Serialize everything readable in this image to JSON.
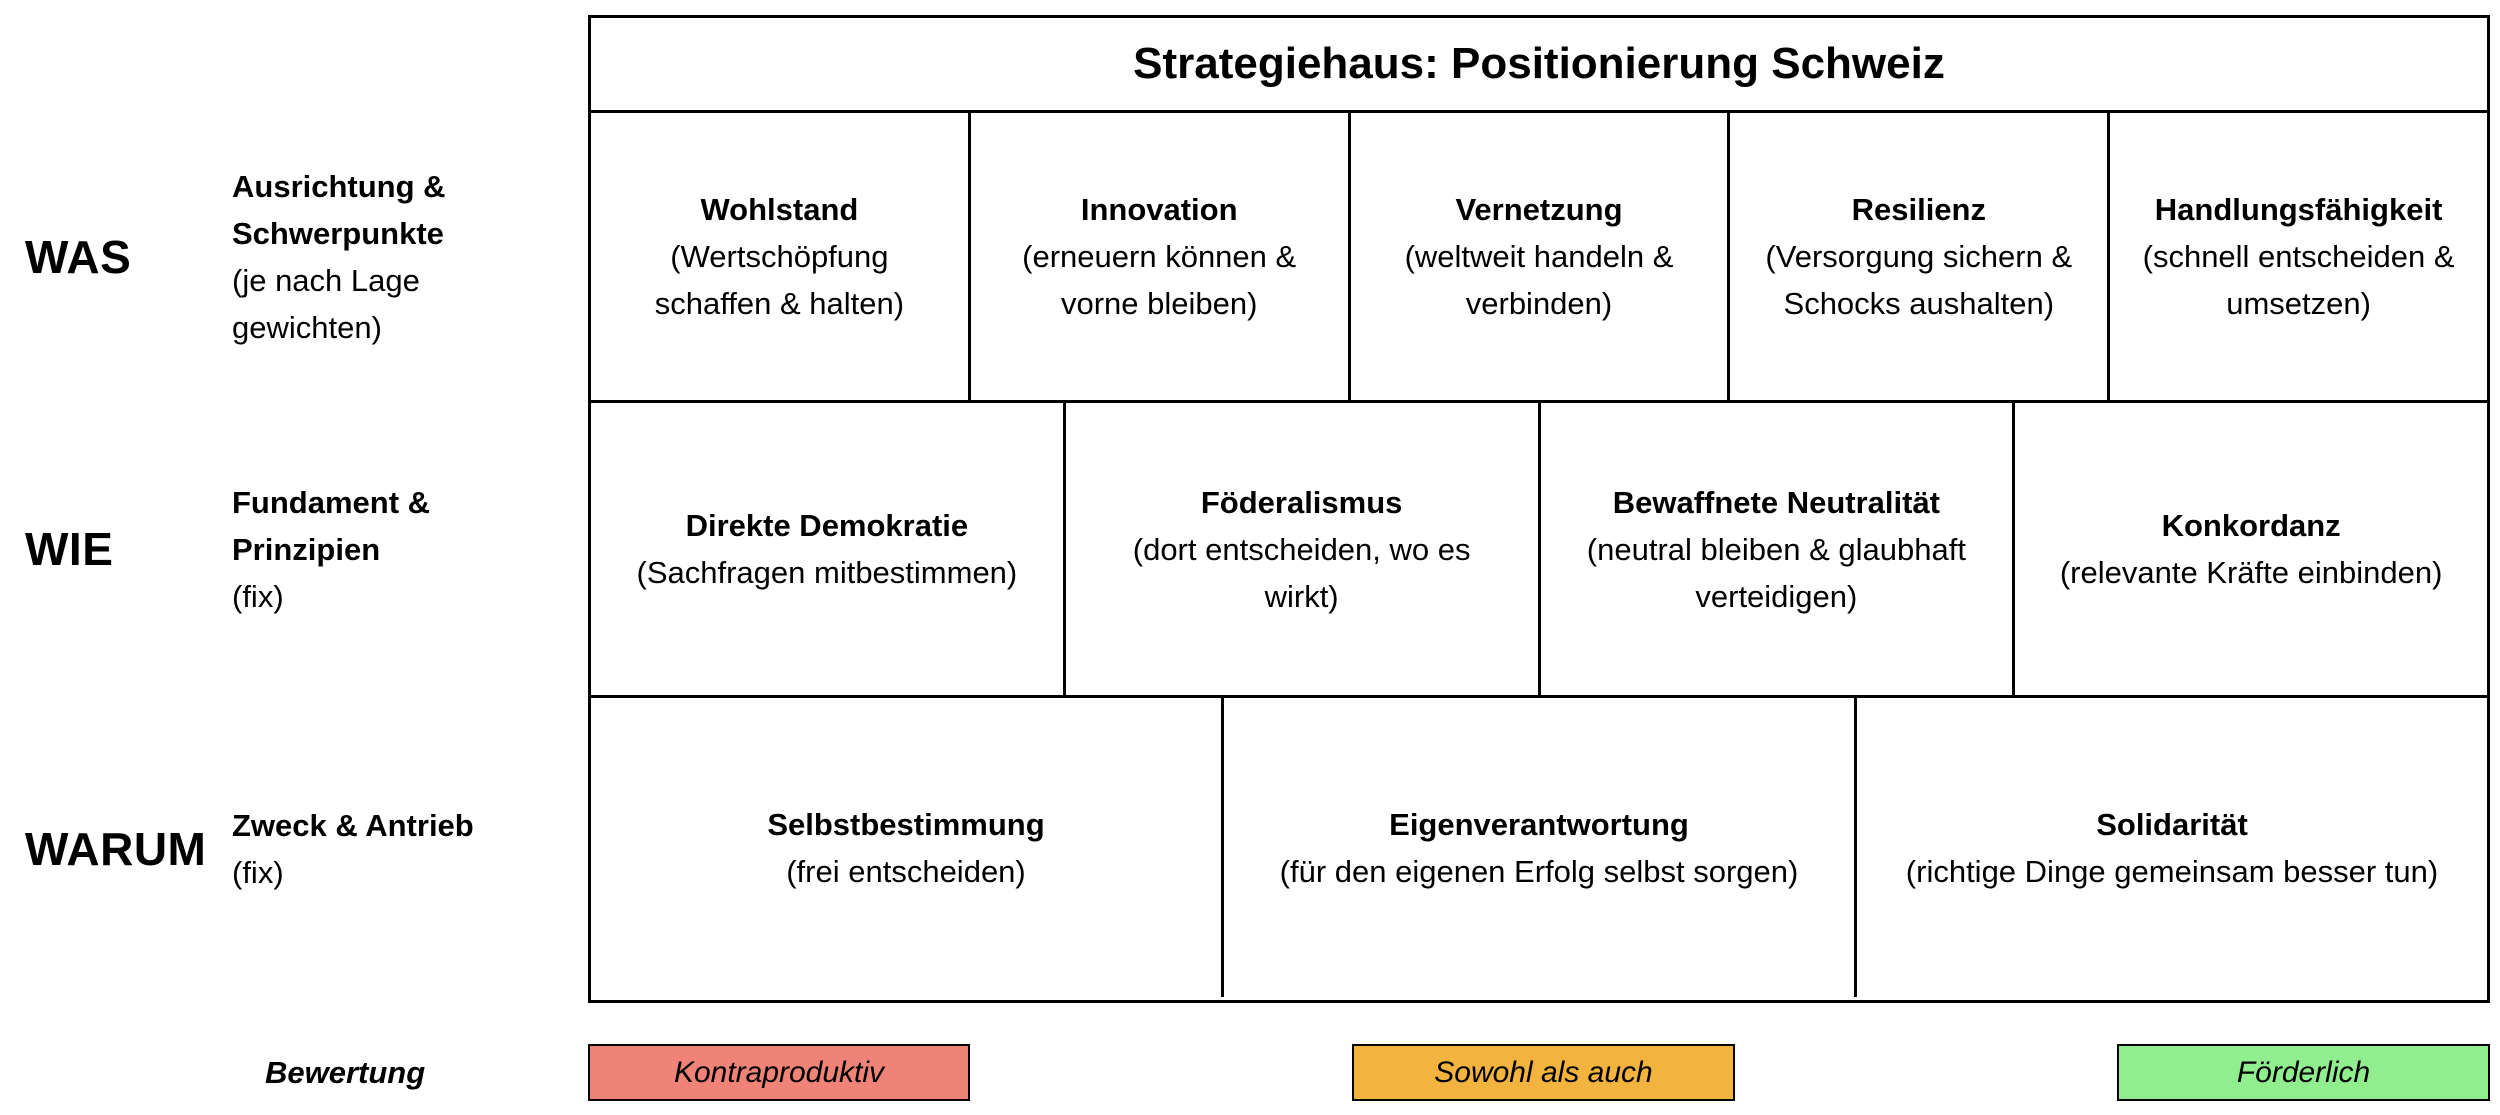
{
  "title": "Strategiehaus: Positionierung Schweiz",
  "rows": {
    "was": {
      "label": "WAS",
      "category": "Ausrichtung &\nSchwerpunkte",
      "category_note": "(je nach Lage\ngewichten)",
      "cells": [
        {
          "title": "Wohlstand",
          "subtitle": "(Wertschöpfung\nschaffen & halten)"
        },
        {
          "title": "Innovation",
          "subtitle": "(erneuern können &\nvorne bleiben)"
        },
        {
          "title": "Vernetzung",
          "subtitle": "(weltweit handeln &\nverbinden)"
        },
        {
          "title": "Resilienz",
          "subtitle": "(Versorgung sichern &\nSchocks aushalten)"
        },
        {
          "title": "Handlungsfähigkeit",
          "subtitle": "(schnell entscheiden &\numsetzen)"
        }
      ]
    },
    "wie": {
      "label": "WIE",
      "category": "Fundament &\nPrinzipien",
      "category_note": "(fix)",
      "cells": [
        {
          "title": "Direkte Demokratie",
          "subtitle": "(Sachfragen mitbestimmen)"
        },
        {
          "title": "Föderalismus",
          "subtitle": "(dort entscheiden, wo es\nwirkt)"
        },
        {
          "title": "Bewaffnete Neutralität",
          "subtitle": "(neutral bleiben & glaubhaft\nverteidigen)"
        },
        {
          "title": "Konkordanz",
          "subtitle": "(relevante Kräfte einbinden)"
        }
      ]
    },
    "warum": {
      "label": "WARUM",
      "category": "Zweck & Antrieb",
      "category_note": "(fix)",
      "cells": [
        {
          "title": "Selbstbestimmung",
          "subtitle": "(frei entscheiden)"
        },
        {
          "title": "Eigenverantwortung",
          "subtitle": "(für den eigenen Erfolg selbst sorgen)"
        },
        {
          "title": "Solidarität",
          "subtitle": "(richtige Dinge gemeinsam besser tun)"
        }
      ]
    }
  },
  "legend": {
    "label": "Bewertung",
    "items": [
      {
        "label": "Kontraproduktiv",
        "color": "#F08377"
      },
      {
        "label": "Sowohl als auch",
        "color": "#F2B43E"
      },
      {
        "label": "Förderlich",
        "color": "#90EE8E"
      }
    ]
  }
}
